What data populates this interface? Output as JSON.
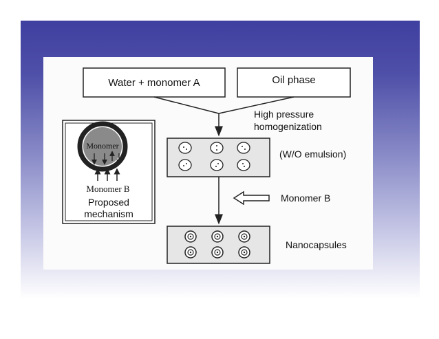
{
  "diagram": {
    "water_monomer_a": "Water + monomer A",
    "oil_phase": "Oil phase",
    "homogenization_line1": "High pressure",
    "homogenization_line2": "homogenization",
    "wo_emulsion": "(W/O emulsion)",
    "monomer_b_step": "Monomer B",
    "nanocapsules": "Nanocapsules",
    "inset": {
      "monomer_inner": "Monomer",
      "monomer_b": "Monomer B",
      "caption_line1": "Proposed",
      "caption_line2": "mechanism"
    }
  }
}
